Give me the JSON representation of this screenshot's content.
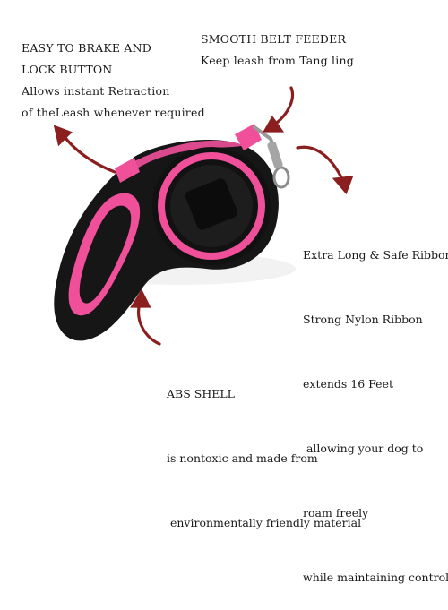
{
  "callouts": {
    "brake": {
      "lines": [
        "EASY TO BRAKE AND",
        "LOCK BUTTON",
        "Allows instant Retraction",
        "of theLeash whenever required"
      ]
    },
    "belt": {
      "lines": [
        "SMOOTH BELT FEEDER",
        "Keep leash from Tang ling"
      ]
    },
    "ribbon": {
      "lines": [
        "Extra Long & Safe Ribbon",
        "Strong Nylon Ribbon",
        "extends 16 Feet",
        " allowing your dog to",
        "roam freely",
        "while maintaining control"
      ]
    },
    "shell": {
      "lines": [
        "ABS SHELL",
        "is nontoxic and made from",
        " environmentally friendly material"
      ]
    }
  },
  "colors": {
    "accent_pink": "#f0509a",
    "body_black": "#141414",
    "arrow_red": "#8b1e1e",
    "text": "#1a1a1a"
  }
}
